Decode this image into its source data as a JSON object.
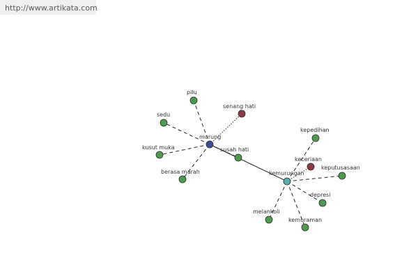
{
  "header": {
    "url": "http://www.artikata.com"
  },
  "graph": {
    "colors": {
      "green": "#4f9a4f",
      "blue": "#3d4f96",
      "maroon": "#8b3a42",
      "teal": "#5aaeb0"
    },
    "nodes": {
      "murung": {
        "label": "murung",
        "color": "blue"
      },
      "pilu": {
        "label": "pilu",
        "color": "green"
      },
      "senang_hati": {
        "label": "senang hati",
        "color": "maroon"
      },
      "sedu": {
        "label": "sedu",
        "color": "green"
      },
      "kusut_muka": {
        "label": "kusut muka",
        "color": "green"
      },
      "berasa_marah": {
        "label": "berasa marah",
        "color": "green"
      },
      "susah_hati": {
        "label": "susah hati",
        "color": "green"
      },
      "kemurungan": {
        "label": "kemurungan",
        "color": "teal"
      },
      "kepedihan": {
        "label": "kepedihan",
        "color": "green"
      },
      "keceriaan": {
        "label": "keceriaan",
        "color": "maroon"
      },
      "keputusasaan": {
        "label": "keputusasaan",
        "color": "green"
      },
      "depresi": {
        "label": "depresi",
        "color": "green"
      },
      "melankoli": {
        "label": "melankoli",
        "color": "green"
      },
      "kemuraman": {
        "label": "kemuraman",
        "color": "green"
      }
    },
    "edges": [
      {
        "from": "murung",
        "to": "pilu",
        "style": "dashed"
      },
      {
        "from": "murung",
        "to": "senang_hati",
        "style": "dotted"
      },
      {
        "from": "murung",
        "to": "sedu",
        "style": "dashed"
      },
      {
        "from": "murung",
        "to": "kusut_muka",
        "style": "dashed"
      },
      {
        "from": "murung",
        "to": "berasa_marah",
        "style": "dashed"
      },
      {
        "from": "murung",
        "to": "susah_hati",
        "style": "dashed"
      },
      {
        "from": "murung",
        "to": "kemurungan",
        "style": "solid"
      },
      {
        "from": "kemurungan",
        "to": "kepedihan",
        "style": "dashed"
      },
      {
        "from": "kemurungan",
        "to": "keceriaan",
        "style": "dotted"
      },
      {
        "from": "kemurungan",
        "to": "keputusasaan",
        "style": "dashed"
      },
      {
        "from": "kemurungan",
        "to": "depresi",
        "style": "dashed"
      },
      {
        "from": "kemurungan",
        "to": "melankoli",
        "style": "dashed"
      },
      {
        "from": "kemurungan",
        "to": "kemuraman",
        "style": "dashed"
      }
    ]
  }
}
